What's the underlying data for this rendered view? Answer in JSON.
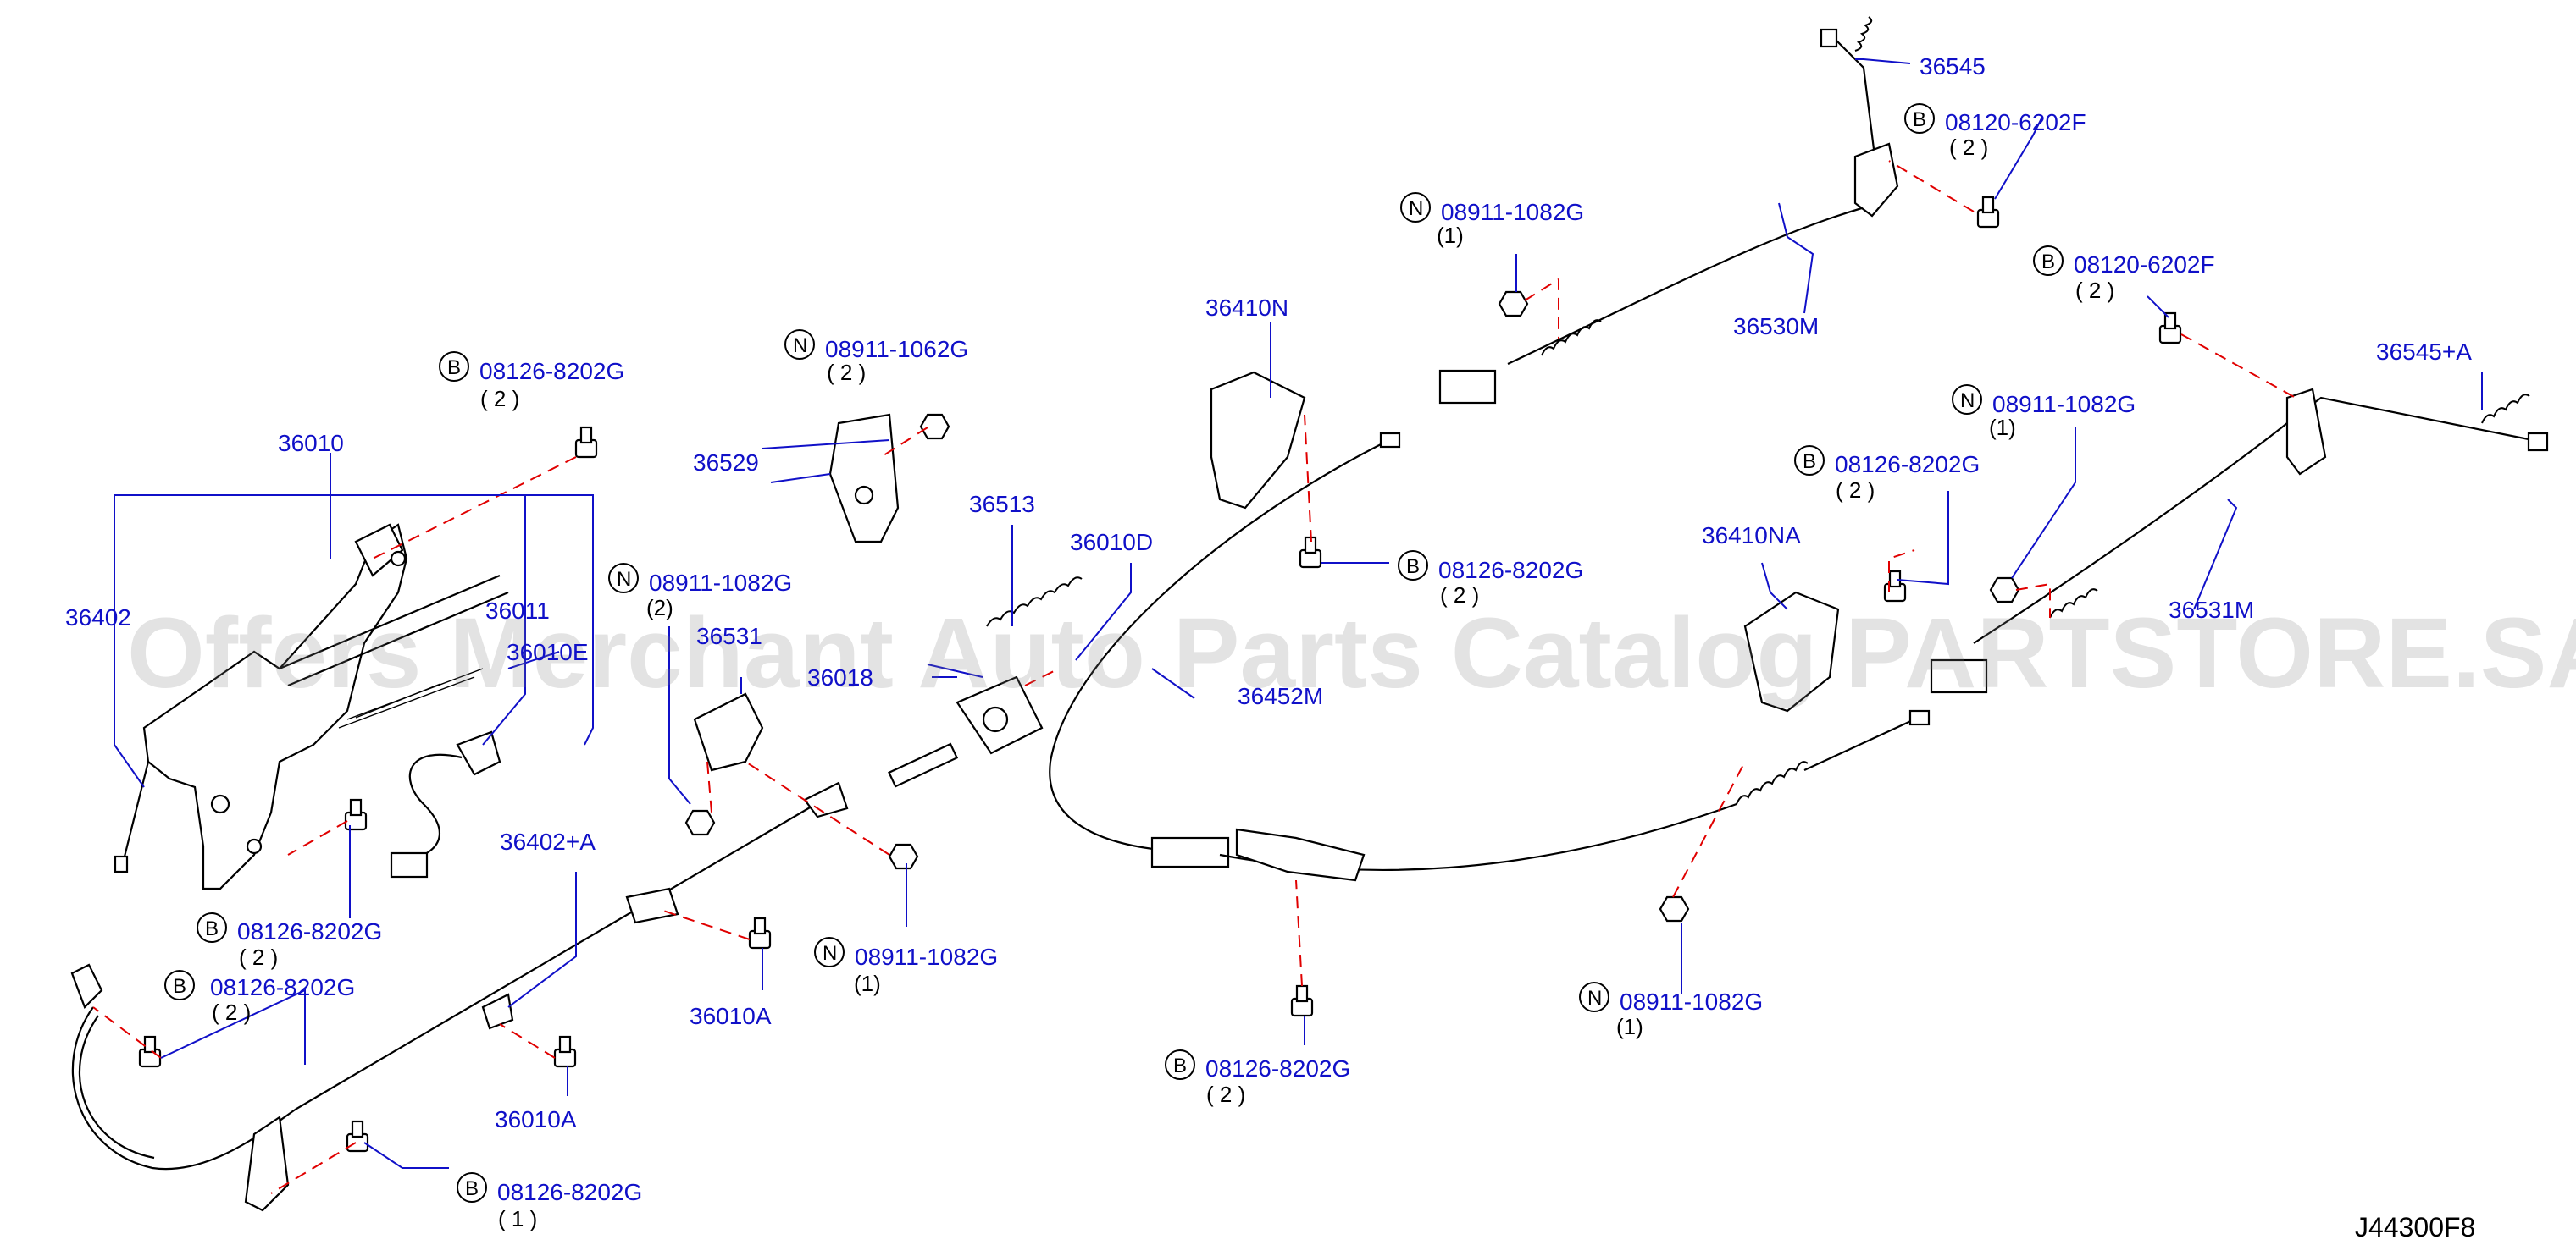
{
  "watermark": "Offers Merchant Auto Parts Catalog PARTSTORE.SA",
  "diagram_code": "J44300F8",
  "colors": {
    "label": "#1010c8",
    "guide": "#e00000",
    "part": "#000000",
    "watermark": "#7f7f7f"
  },
  "part_labels": {
    "p36010": "36010",
    "p36402": "36402",
    "p36011": "36011",
    "p36010e": "36010E",
    "p36529": "36529",
    "p36513": "36513",
    "p36010d": "36010D",
    "p36531": "36531",
    "p36018": "36018",
    "p36452m": "36452M",
    "p36410n": "36410N",
    "p36530m": "36530M",
    "p36545": "36545",
    "p36545a": "36545+A",
    "p36410na": "36410NA",
    "p36531m": "36531M",
    "p36402a": "36402+A",
    "p36010a_1": "36010A",
    "p36010a_2": "36010A"
  },
  "fasteners": {
    "f1": {
      "prefix": "B",
      "code": "08126-8202G",
      "qty": "( 2 )"
    },
    "f2": {
      "prefix": "N",
      "code": "08911-1062G",
      "qty": "( 2 )"
    },
    "f3": {
      "prefix": "N",
      "code": "08911-1082G",
      "qty": "(2)"
    },
    "f4": {
      "prefix": "B",
      "code": "08126-8202G",
      "qty": "( 2 )"
    },
    "f5": {
      "prefix": "B",
      "code": "08126-8202G",
      "qty": "( 2 )"
    },
    "f6": {
      "prefix": "N",
      "code": "08911-1082G",
      "qty": "(1)"
    },
    "f7": {
      "prefix": "B",
      "code": "08126-8202G",
      "qty": "( 1 )"
    },
    "f8": {
      "prefix": "B",
      "code": "08126-8202G",
      "qty": "( 2 )"
    },
    "f9": {
      "prefix": "B",
      "code": "08126-8202G",
      "qty": "( 2 )"
    },
    "f10": {
      "prefix": "N",
      "code": "08911-1082G",
      "qty": "(1)"
    },
    "f11": {
      "prefix": "B",
      "code": "08120-6202F",
      "qty": "( 2 )"
    },
    "f12": {
      "prefix": "B",
      "code": "08120-6202F",
      "qty": "( 2 )"
    },
    "f13": {
      "prefix": "N",
      "code": "08911-1082G",
      "qty": "(1)"
    },
    "f14": {
      "prefix": "B",
      "code": "08126-8202G",
      "qty": "( 2 )"
    },
    "f15": {
      "prefix": "N",
      "code": "08911-1082G",
      "qty": "(1)"
    }
  }
}
